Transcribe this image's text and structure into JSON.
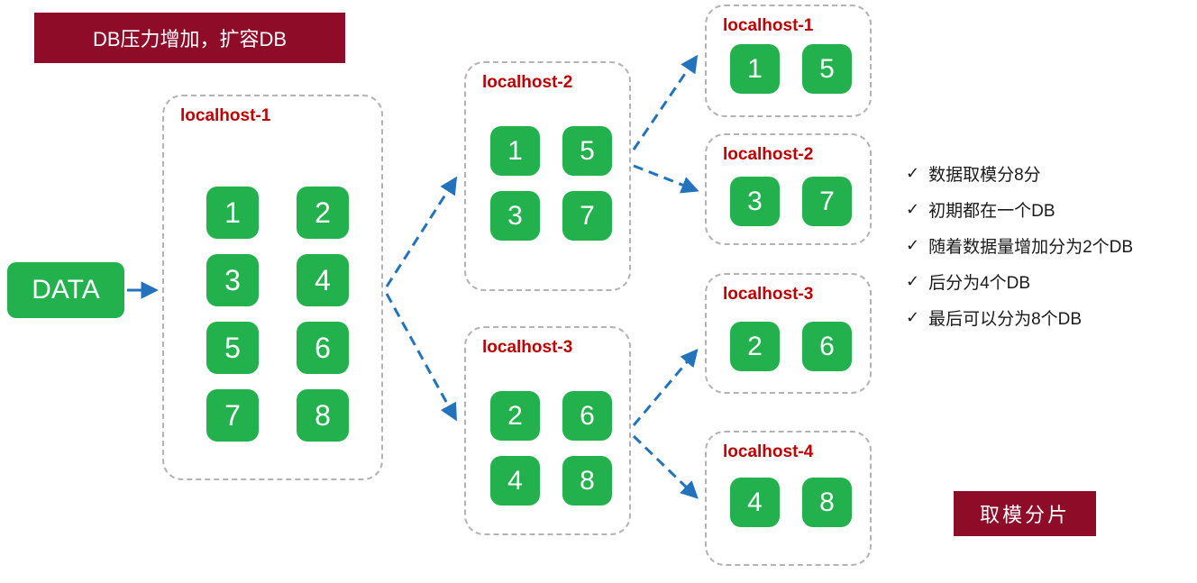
{
  "banners": {
    "top": "DB压力增加，扩容DB",
    "bottom": "取模分片"
  },
  "source": {
    "label": "DATA"
  },
  "stage1": {
    "title": "localhost-1",
    "tiles": [
      "1",
      "2",
      "3",
      "4",
      "5",
      "6",
      "7",
      "8"
    ]
  },
  "stage2": [
    {
      "title": "localhost-2",
      "tiles": [
        "1",
        "5",
        "3",
        "7"
      ]
    },
    {
      "title": "localhost-3",
      "tiles": [
        "2",
        "6",
        "4",
        "8"
      ]
    }
  ],
  "stage3": [
    {
      "title": "localhost-1",
      "tiles": [
        "1",
        "5"
      ]
    },
    {
      "title": "localhost-2",
      "tiles": [
        "3",
        "7"
      ]
    },
    {
      "title": "localhost-3",
      "tiles": [
        "2",
        "6"
      ]
    },
    {
      "title": "localhost-4",
      "tiles": [
        "4",
        "8"
      ]
    }
  ],
  "notes": {
    "check_icon": "✓",
    "items": [
      "数据取模分8分",
      "初期都在一个DB",
      "随着数据量增加分为2个DB",
      "后分为4个DB",
      "最后可以分为8个DB"
    ]
  },
  "colors": {
    "tile_green": "#23b14d",
    "banner_maroon": "#8e0c28",
    "host_title_red": "#c00000",
    "arrow_blue": "#2273bb",
    "border_gray": "#b3b3b3",
    "text_black": "#1a1a1a"
  }
}
